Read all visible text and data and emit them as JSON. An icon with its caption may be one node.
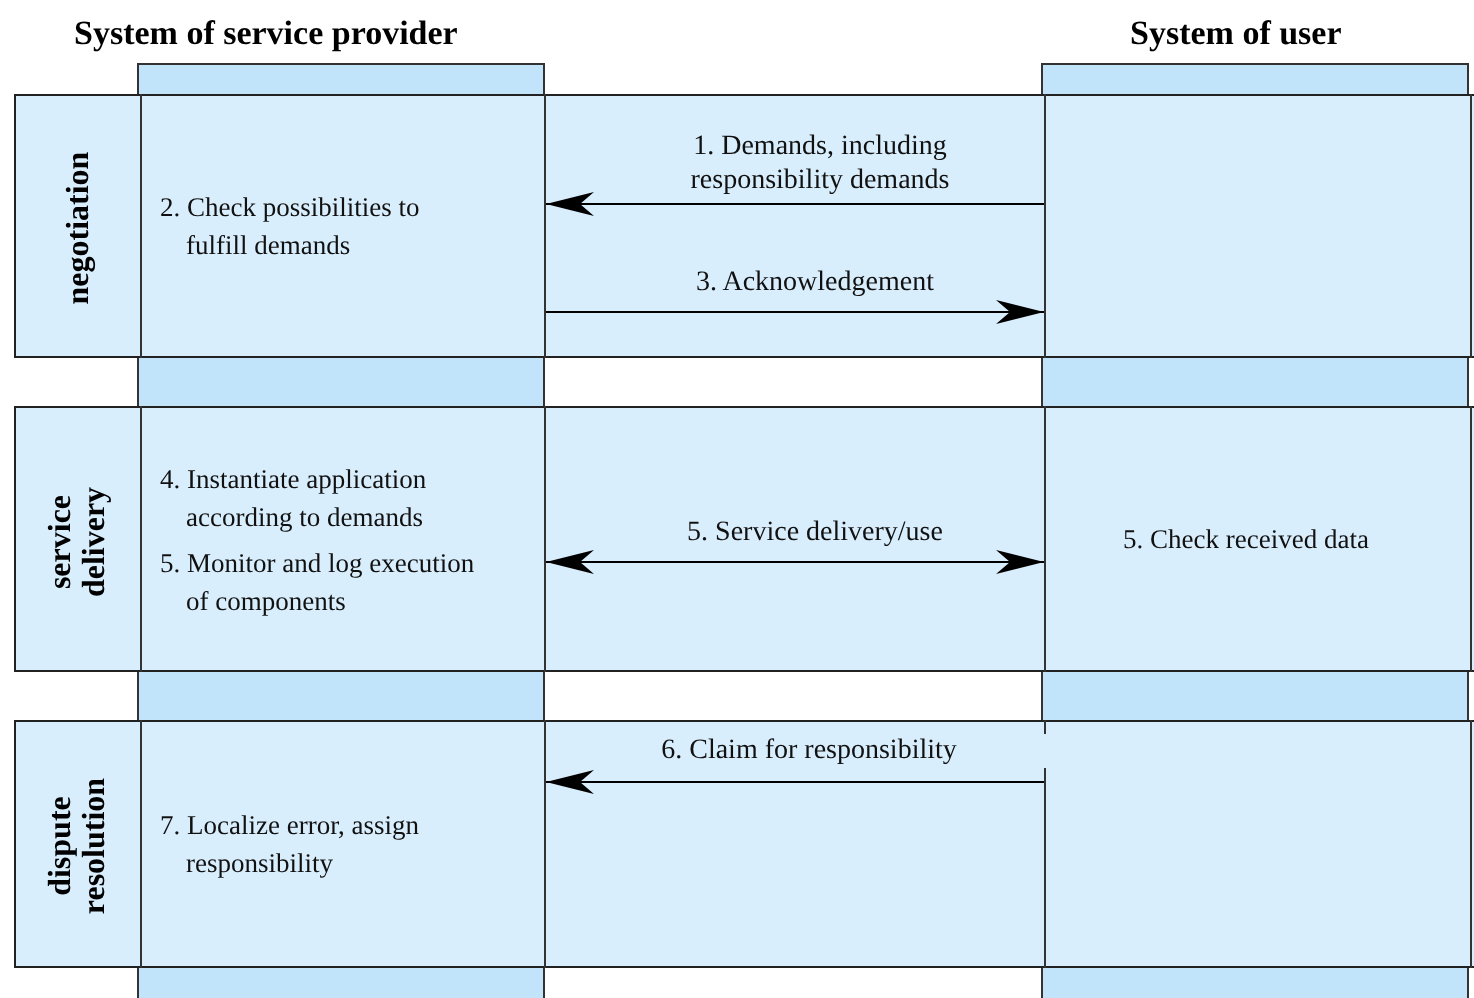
{
  "diagram": {
    "nodes": [
      {
        "text": [
          "negotiation"
        ]
      },
      {
        "text": [
          "2. Check possibilities to fulfill demands"
        ],
        "in": 0
      },
      {
        "text": [],
        "shape": "box",
        "in": 0
      },
      {
        "text": [
          "service delivery"
        ]
      },
      {
        "text": [
          "4. Instantiate application according to demands",
          "5. Monitor and log execution of components"
        ],
        "in": 3
      },
      {
        "text": [
          "5. Check received data"
        ],
        "in": 3
      },
      {
        "text": [
          "dispute resolution"
        ]
      },
      {
        "text": [
          "7. Localize error, assign responsibility"
        ],
        "in": 6
      },
      {
        "text": [],
        "shape": "box",
        "in": 6
      }
    ],
    "edges": [
      {
        "from": 2,
        "to": 1,
        "arrow": "to",
        "label": "1. Demands, including responsibility demands"
      },
      {
        "from": 1,
        "to": 2,
        "arrow": "to",
        "label": "3. Acknowledgement"
      },
      {
        "from": 4,
        "to": 5,
        "arrow": "both",
        "label": "5. Service delivery/use"
      },
      {
        "from": 8,
        "to": 7,
        "arrow": "to",
        "label": "6. Claim for responsibility"
      }
    ],
    "labels": [
      "System of service provider",
      "System of user"
    ]
  }
}
